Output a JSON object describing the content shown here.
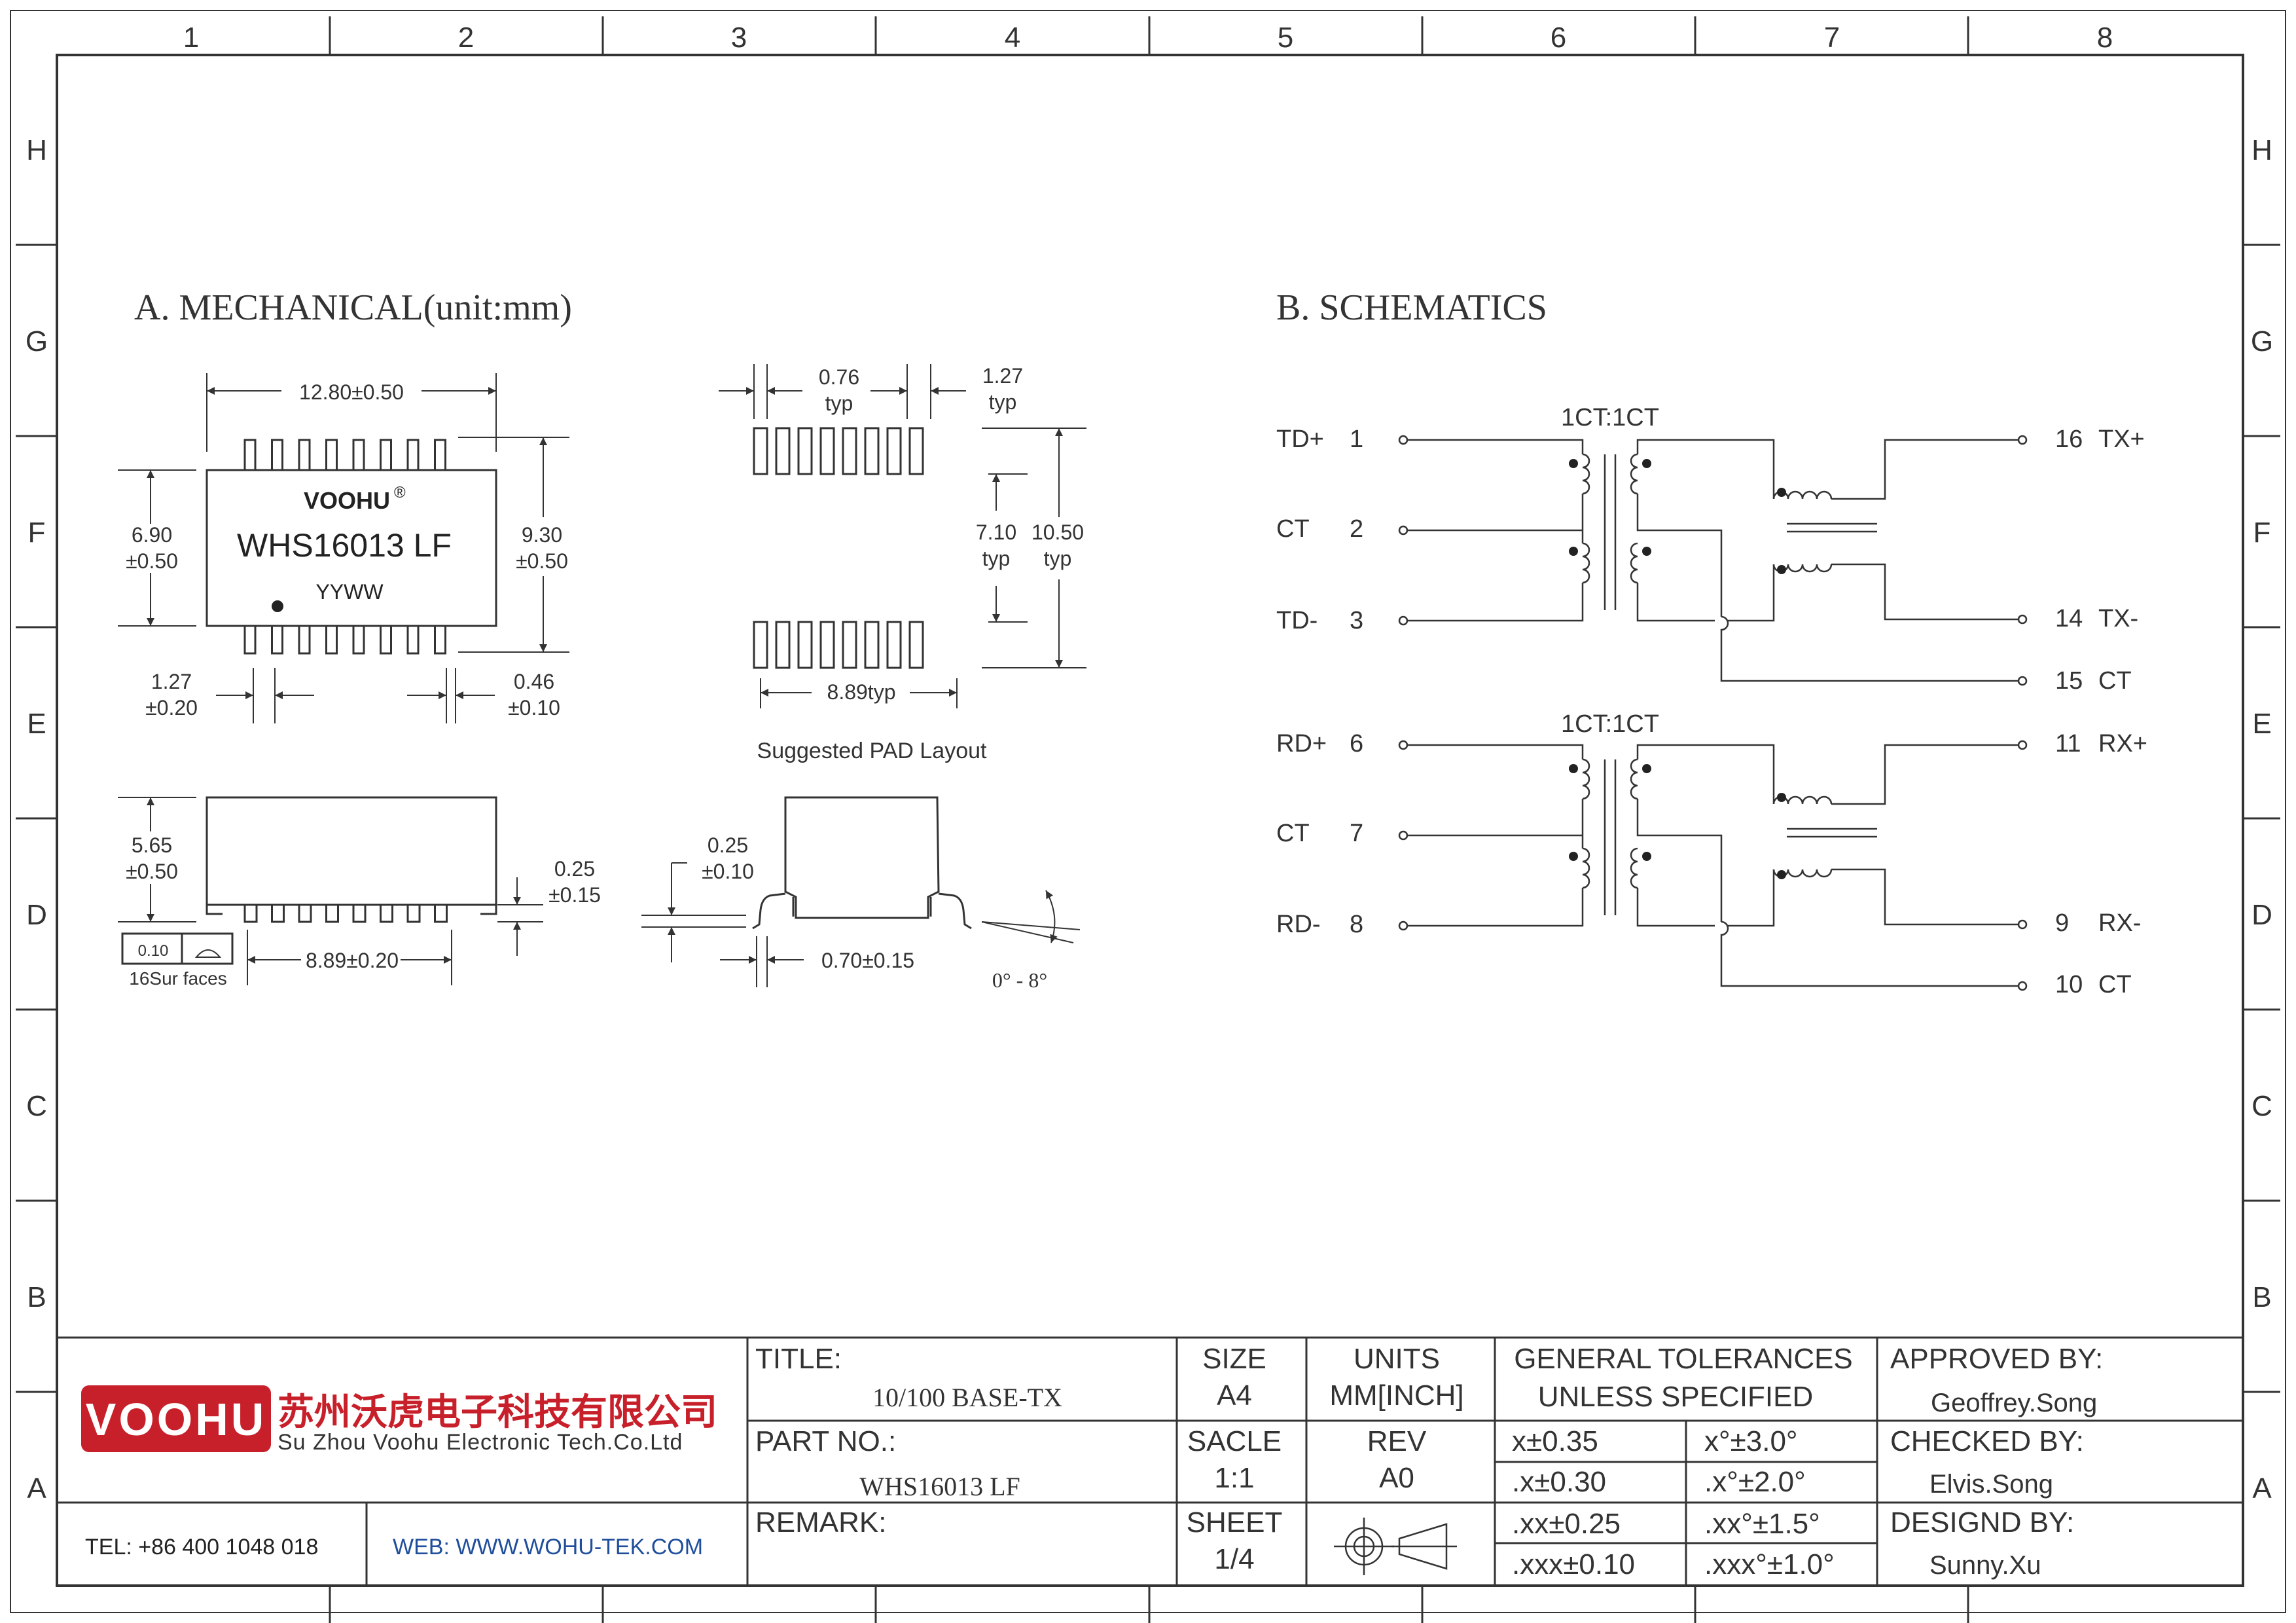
{
  "border": {
    "columns": [
      "1",
      "2",
      "3",
      "4",
      "5",
      "6",
      "7",
      "8"
    ],
    "rows": [
      "H",
      "G",
      "F",
      "E",
      "D",
      "C",
      "B",
      "A"
    ]
  },
  "mechanical": {
    "heading": "A. MECHANICAL(unit:mm)",
    "brand": "VOOHU",
    "registered": "®",
    "part": "WHS16013 LF",
    "datecode": "YYWW",
    "dim_length": "12.80±0.50",
    "dim_body_width_1": "6.90",
    "dim_body_width_2": "±0.50",
    "dim_overall_width_1": "9.30",
    "dim_overall_width_2": "±0.50",
    "dim_pitch_1": "1.27",
    "dim_pitch_2": "±0.20",
    "dim_lead_width_1": "0.46",
    "dim_lead_width_2": "±0.10",
    "dim_height_1": "5.65",
    "dim_height_2": "±0.50",
    "dim_standoff_1": "0.25",
    "dim_standoff_2": "±0.15",
    "dim_span": "8.89±0.20",
    "coplanarity": "0.10",
    "surfaces": "16Sur faces",
    "dim_lead_thk_1": "0.25",
    "dim_lead_thk_2": "±0.10",
    "dim_foot": "0.70±0.15",
    "angle": "0° - 8°"
  },
  "pad_layout": {
    "pad_width": "0.76",
    "pad_width_note": "typ",
    "pad_pitch": "1.27",
    "pad_pitch_note": "typ",
    "inner_span": "7.10",
    "inner_span_note": "typ",
    "outer_span": "10.50",
    "outer_span_note": "typ",
    "row_span": "8.89typ",
    "caption": "Suggested PAD Layout"
  },
  "schematics": {
    "heading": "B. SCHEMATICS",
    "ratio_top": "1CT:1CT",
    "ratio_bottom": "1CT:1CT",
    "left_pins": [
      {
        "name": "TD+",
        "num": "1"
      },
      {
        "name": "CT",
        "num": "2"
      },
      {
        "name": "TD-",
        "num": "3"
      },
      {
        "name": "RD+",
        "num": "6"
      },
      {
        "name": "CT",
        "num": "7"
      },
      {
        "name": "RD-",
        "num": "8"
      }
    ],
    "right_pins": [
      {
        "num": "16",
        "name": "TX+"
      },
      {
        "num": "14",
        "name": "TX-"
      },
      {
        "num": "15",
        "name": "CT"
      },
      {
        "num": "11",
        "name": "RX+"
      },
      {
        "num": "9",
        "name": "RX-"
      },
      {
        "num": "10",
        "name": "CT"
      }
    ]
  },
  "title_block": {
    "company_cn": "苏州沃虎电子科技有限公司",
    "company_en": "Su Zhou Voohu Electronic Tech.Co.Ltd",
    "logo": "VOOHU",
    "tel": "TEL: +86 400 1048 018",
    "web": "WEB: WWW.WOHU-TEK.COM",
    "title_label": "TITLE:",
    "title_value": "10/100 BASE-TX",
    "part_label": "PART NO.:",
    "part_value": "WHS16013 LF",
    "remark_label": "REMARK:",
    "size_label": "SIZE",
    "size_value": "A4",
    "units_label": "UNITS",
    "units_value": "MM[INCH]",
    "scale_label": "SACLE",
    "scale_value": "1:1",
    "rev_label": "REV",
    "rev_value": "A0",
    "sheet_label": "SHEET",
    "sheet_value": "1/4",
    "tol_header_1": "GENERAL TOLERANCES",
    "tol_header_2": "UNLESS SPECIFIED",
    "tolerances": [
      {
        "linear": "x±0.35",
        "angular": "x°±3.0°"
      },
      {
        "linear": ".x±0.30",
        "angular": ".x°±2.0°"
      },
      {
        "linear": ".xx±0.25",
        "angular": ".xx°±1.5°"
      },
      {
        "linear": ".xxx±0.10",
        "angular": ".xxx°±1.0°"
      }
    ],
    "approved_label": "APPROVED BY:",
    "approved_value": "Geoffrey.Song",
    "checked_label": "CHECKED BY:",
    "checked_value": "Elvis.Song",
    "designed_label": "DESIGND BY:",
    "designed_value": "Sunny.Xu"
  },
  "colors": {
    "line": "#333333",
    "logo_red": "#c8202a",
    "web_blue": "#1f4e9c"
  }
}
